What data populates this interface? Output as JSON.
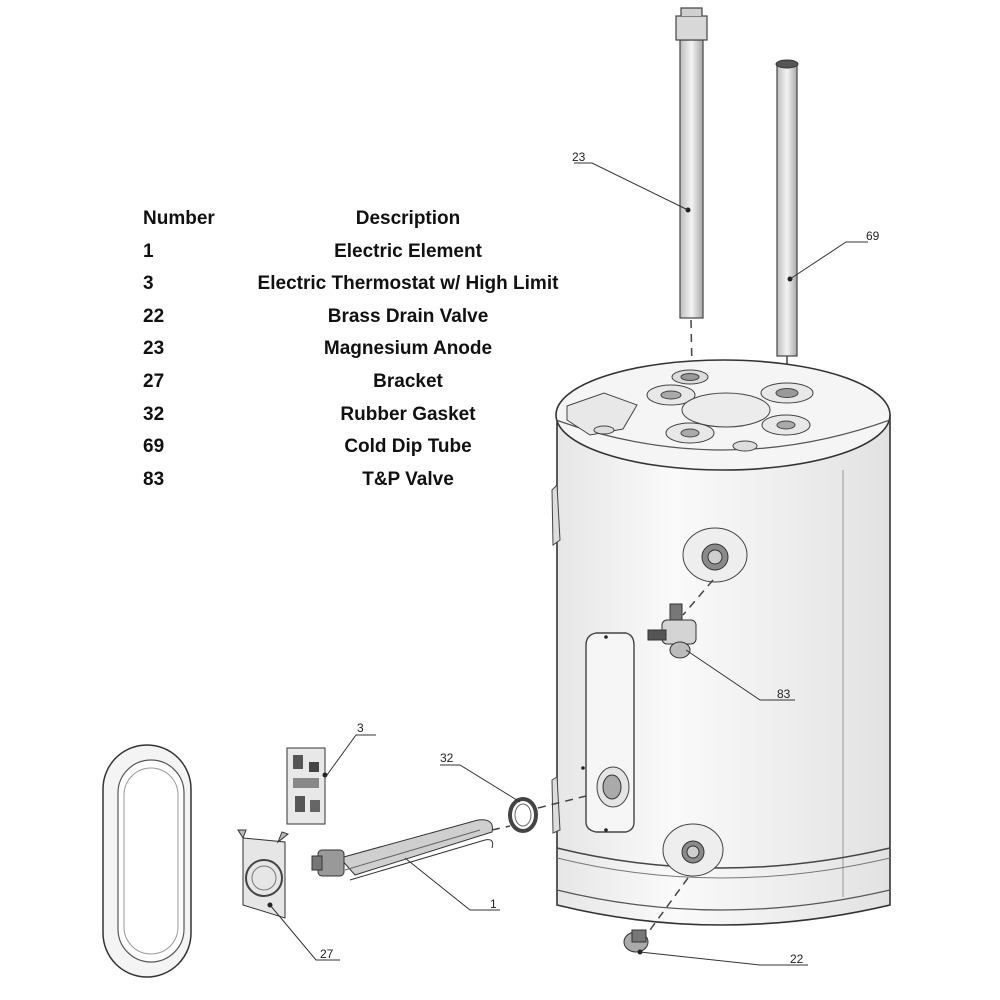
{
  "table": {
    "header": {
      "number": "Number",
      "description": "Description"
    },
    "rows": [
      {
        "number": "1",
        "description": "Electric Element"
      },
      {
        "number": "3",
        "description": "Electric Thermostat w/ High Limit"
      },
      {
        "number": "22",
        "description": "Brass Drain Valve"
      },
      {
        "number": "23",
        "description": "Magnesium Anode"
      },
      {
        "number": "27",
        "description": "Bracket"
      },
      {
        "number": "32",
        "description": "Rubber Gasket"
      },
      {
        "number": "69",
        "description": "Cold Dip Tube"
      },
      {
        "number": "83",
        "description": "T&P Valve"
      }
    ]
  },
  "callouts": {
    "c23": "23",
    "c69": "69",
    "c83": "83",
    "c3": "3",
    "c32": "32",
    "c1": "1",
    "c27": "27",
    "c22": "22"
  },
  "colors": {
    "line": "#333333",
    "fill_light": "#f2f2f2",
    "fill_mid": "#d9d9d9",
    "fill_dark": "#9a9a9a"
  }
}
